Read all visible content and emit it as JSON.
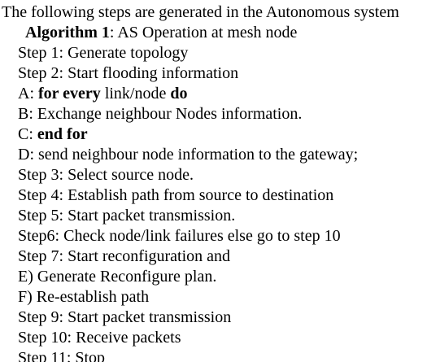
{
  "intro": "The following steps are generated in the Autonomous system",
  "algorithm": {
    "label": "Algorithm 1",
    "title": ": AS Operation at mesh node"
  },
  "steps": {
    "s1": "Step 1: Generate topology",
    "s2": "Step 2: Start flooding information",
    "a": {
      "prefix": "A: ",
      "kw1": "for every",
      "mid": " link/node ",
      "kw2": "do"
    },
    "b": "B: Exchange neighbour Nodes information.",
    "c": {
      "prefix": "C: ",
      "kw": "end for"
    },
    "d": "D: send neighbour node information to the gateway;",
    "s3": "Step 3: Select source node.",
    "s4": "Step 4: Establish path from source to destination",
    "s5": "Step 5: Start packet transmission.",
    "s6": "Step6: Check node/link failures else go to step 10",
    "s7": "Step 7: Start reconfiguration and",
    "e": "E) Generate Reconfigure plan.",
    "f": "F) Re-establish path",
    "s9": "Step 9: Start packet transmission",
    "s10": "Step 10: Receive packets",
    "s11": "Step 11: Stop"
  }
}
